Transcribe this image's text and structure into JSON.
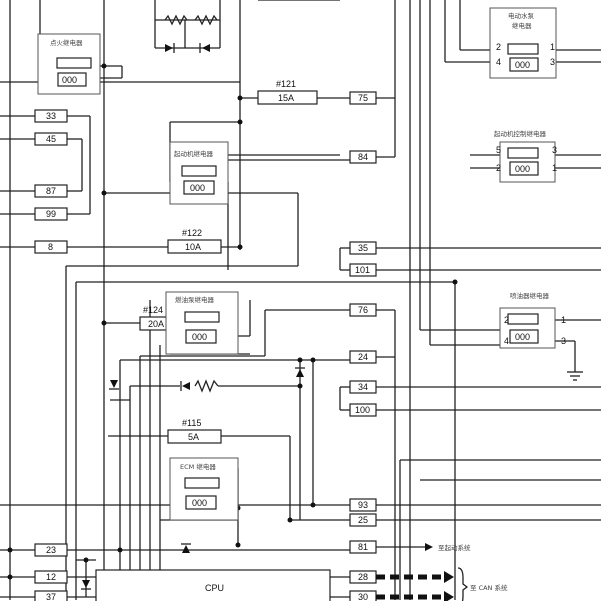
{
  "labels": {
    "fuse_121": "#121",
    "fuse_121_val": "15A",
    "fuse_122": "#122",
    "fuse_122_val": "10A",
    "fuse_124": "#124",
    "fuse_124_val": "20A",
    "fuse_115": "#115",
    "fuse_115_val": "5A",
    "relay_ignition": "点火继电器",
    "relay_starter": "起动机继电器",
    "relay_fuel_pump": "燃油泵继电器",
    "relay_ecm": "ECM 继电器",
    "relay_water_pump_1": "电动水泵",
    "relay_water_pump_2": "继电器",
    "relay_starter_ctrl": "起动机控制继电器",
    "relay_injector": "喷油器继电器",
    "cpu": "CPU",
    "to_start_system": "至起动系统",
    "to_can_system": "至 CAN 系统",
    "coil": "000"
  },
  "pins_left": [
    "33",
    "45",
    "87",
    "99",
    "8",
    "23",
    "12",
    "37"
  ],
  "pins_right": [
    "75",
    "84",
    "35",
    "101",
    "76",
    "24",
    "34",
    "100",
    "93",
    "25",
    "81",
    "28",
    "30"
  ],
  "relay_pins": {
    "wp": [
      "2",
      "4",
      "1",
      "3"
    ],
    "sc": [
      "5",
      "2",
      "3",
      "1"
    ],
    "inj": [
      "2",
      "4",
      "1",
      "3"
    ]
  }
}
